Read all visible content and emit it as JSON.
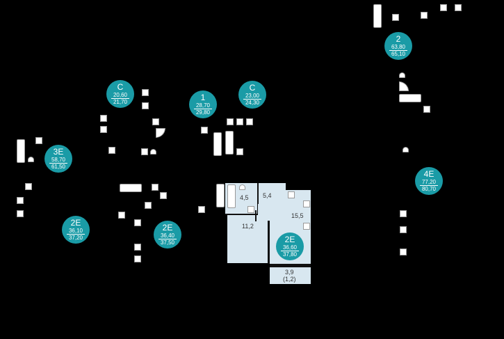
{
  "units": [
    {
      "type": "C",
      "area_living": "20,60",
      "area_total": "21,70"
    },
    {
      "type": "1",
      "area_living": "28,70",
      "area_total": "29,80"
    },
    {
      "type": "C",
      "area_living": "23,00",
      "area_total": "24,30"
    },
    {
      "type": "3E",
      "area_living": "58,70",
      "area_total": "61,50"
    },
    {
      "type": "2E",
      "area_living": "36,10",
      "area_total": "37,20"
    },
    {
      "type": "2E",
      "area_living": "36,40",
      "area_total": "37,50"
    },
    {
      "type": "2E",
      "area_living": "36,60",
      "area_total": "37,80"
    },
    {
      "type": "2",
      "area_living": "63,80",
      "area_total": "65,10"
    },
    {
      "type": "4E",
      "area_living": "77,20",
      "area_total": "80,70"
    }
  ],
  "selected_rooms": {
    "bathroom": "4,5",
    "hall": "5,4",
    "bedroom": "11,2",
    "kitchen_living": "15,5",
    "balcony": "3,9",
    "balcony_reduced": "(1,2)"
  },
  "colors": {
    "badge": "#1a9ba6",
    "room": "#d8e7f0",
    "background": "#000000"
  }
}
